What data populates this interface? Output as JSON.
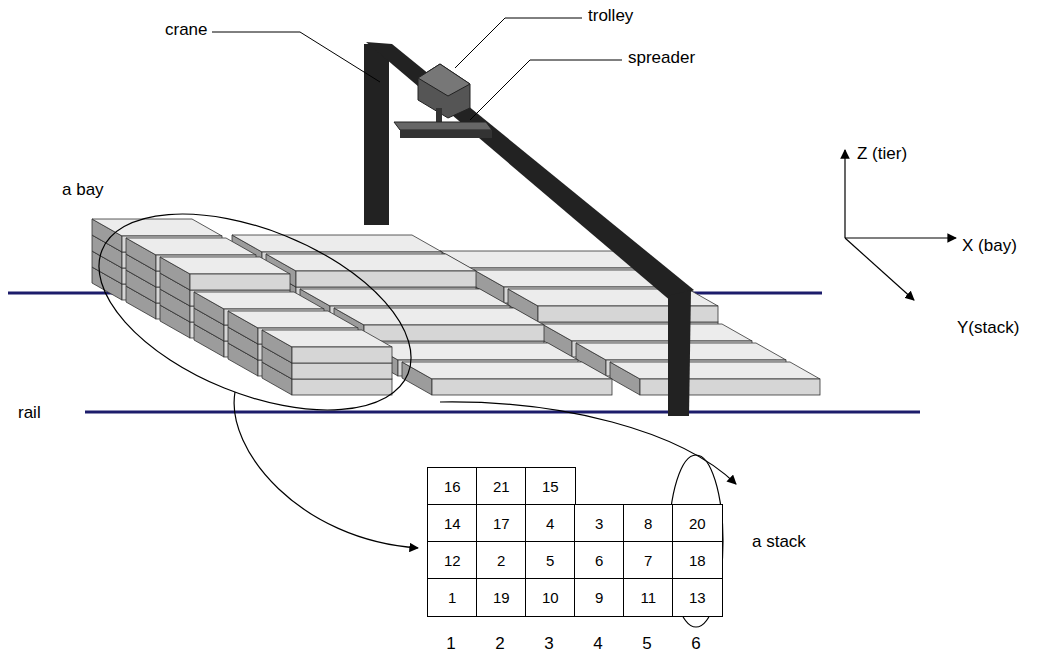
{
  "diagram": {
    "nodes": [
      {
        "text": [
          "16"
        ]
      },
      {
        "text": [
          "21"
        ]
      },
      {
        "text": [
          "15"
        ]
      },
      {
        "text": [
          "14"
        ]
      },
      {
        "text": [
          "17"
        ]
      },
      {
        "text": [
          "4"
        ]
      },
      {
        "text": [
          "3"
        ]
      },
      {
        "text": [
          "8"
        ]
      },
      {
        "text": [
          "20"
        ]
      },
      {
        "text": [
          "12"
        ]
      },
      {
        "text": [
          "2"
        ]
      },
      {
        "text": [
          "5"
        ]
      },
      {
        "text": [
          "6"
        ]
      },
      {
        "text": [
          "7"
        ]
      },
      {
        "text": [
          "18"
        ]
      },
      {
        "text": [
          "1"
        ]
      },
      {
        "text": [
          "19"
        ]
      },
      {
        "text": [
          "10"
        ]
      },
      {
        "text": [
          "9"
        ]
      },
      {
        "text": [
          "11"
        ]
      },
      {
        "text": [
          "13"
        ]
      }
    ],
    "labels": [
      "trolley",
      "crane",
      "spreader",
      "Z (tier)",
      "a bay",
      "X (bay)",
      "Y(stack)",
      "rail",
      "a stack",
      "1",
      "2",
      "3",
      "4",
      "5",
      "6"
    ]
  }
}
